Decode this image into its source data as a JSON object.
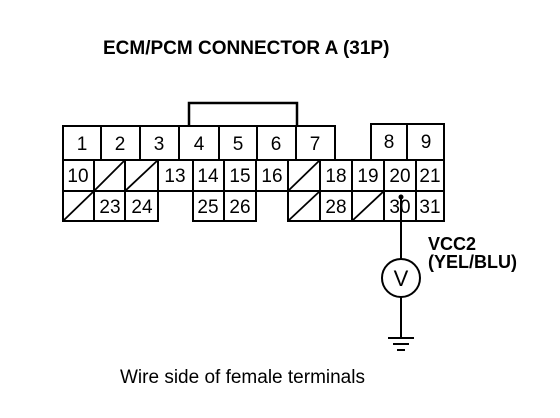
{
  "title": "ECM/PCM CONNECTOR A (31P)",
  "caption": "Wire side of female terminals",
  "meter": {
    "symbol": "V",
    "label_line1": "VCC2",
    "label_line2": "(YEL/BLU)"
  },
  "connector": {
    "row1": [
      "1",
      "2",
      "3",
      "4",
      "5",
      "6",
      "7",
      "8",
      "9"
    ],
    "row2": [
      "10",
      "",
      "",
      "13",
      "14",
      "15",
      "16",
      "",
      "18",
      "19",
      "20",
      "21"
    ],
    "row3": [
      "",
      "23",
      "24",
      "25",
      "26",
      "",
      "28",
      "",
      "30",
      "31"
    ]
  }
}
